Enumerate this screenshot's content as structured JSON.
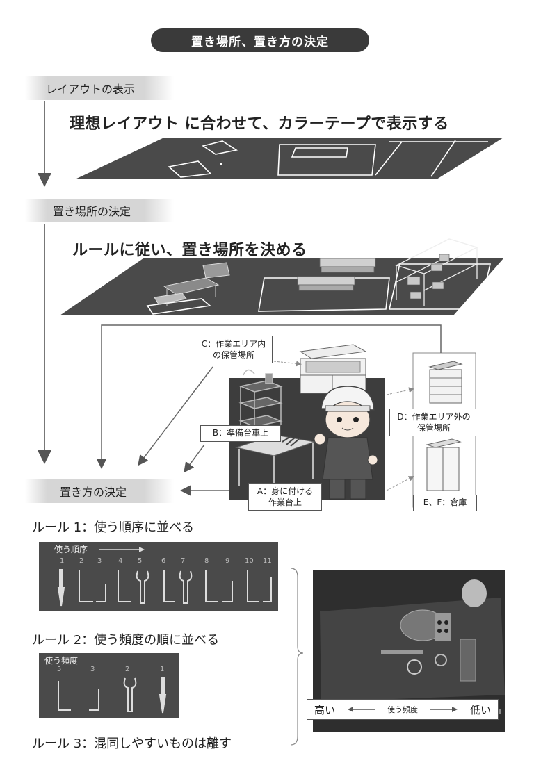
{
  "title": "置き場所、置き方の決定",
  "steps": {
    "layout": "レイアウトの表示",
    "place": "置き場所の決定",
    "method": "置き方の決定"
  },
  "headlines": {
    "layout": "理想レイアウト に合わせて、カラーテープで表示する",
    "place": "ルールに従い、置き場所を決める"
  },
  "callouts": {
    "a_line1": "A：身に付ける",
    "a_line2": "作業台上",
    "b": "B：準備台車上",
    "c_line1": "C：作業エリア内",
    "c_line2": "の保管場所",
    "d_line1": "D：作業エリア外の",
    "d_line2": "保管場所",
    "ef": "E、F：倉庫"
  },
  "rules": {
    "rule1": "ルール 1：使う順序に並べる",
    "rule2": "ルール 2：使う頻度の順に並べる",
    "rule3": "ルール 3：混同しやすいものは離す"
  },
  "order_strip": {
    "label": "使う順序",
    "numbers": [
      "1",
      "2",
      "3",
      "4",
      "5",
      "6",
      "7",
      "8",
      "9",
      "10",
      "11"
    ]
  },
  "freq_strip": {
    "label": "使う頻度",
    "numbers": [
      "5",
      "3",
      "2",
      "1"
    ]
  },
  "freq_legend": {
    "high": "高い",
    "mid": "使う頻度",
    "low": "低い"
  },
  "colors": {
    "pill": "#3a3a3a",
    "floor": "#4a4a4a",
    "zone": "#3d3d3d"
  }
}
